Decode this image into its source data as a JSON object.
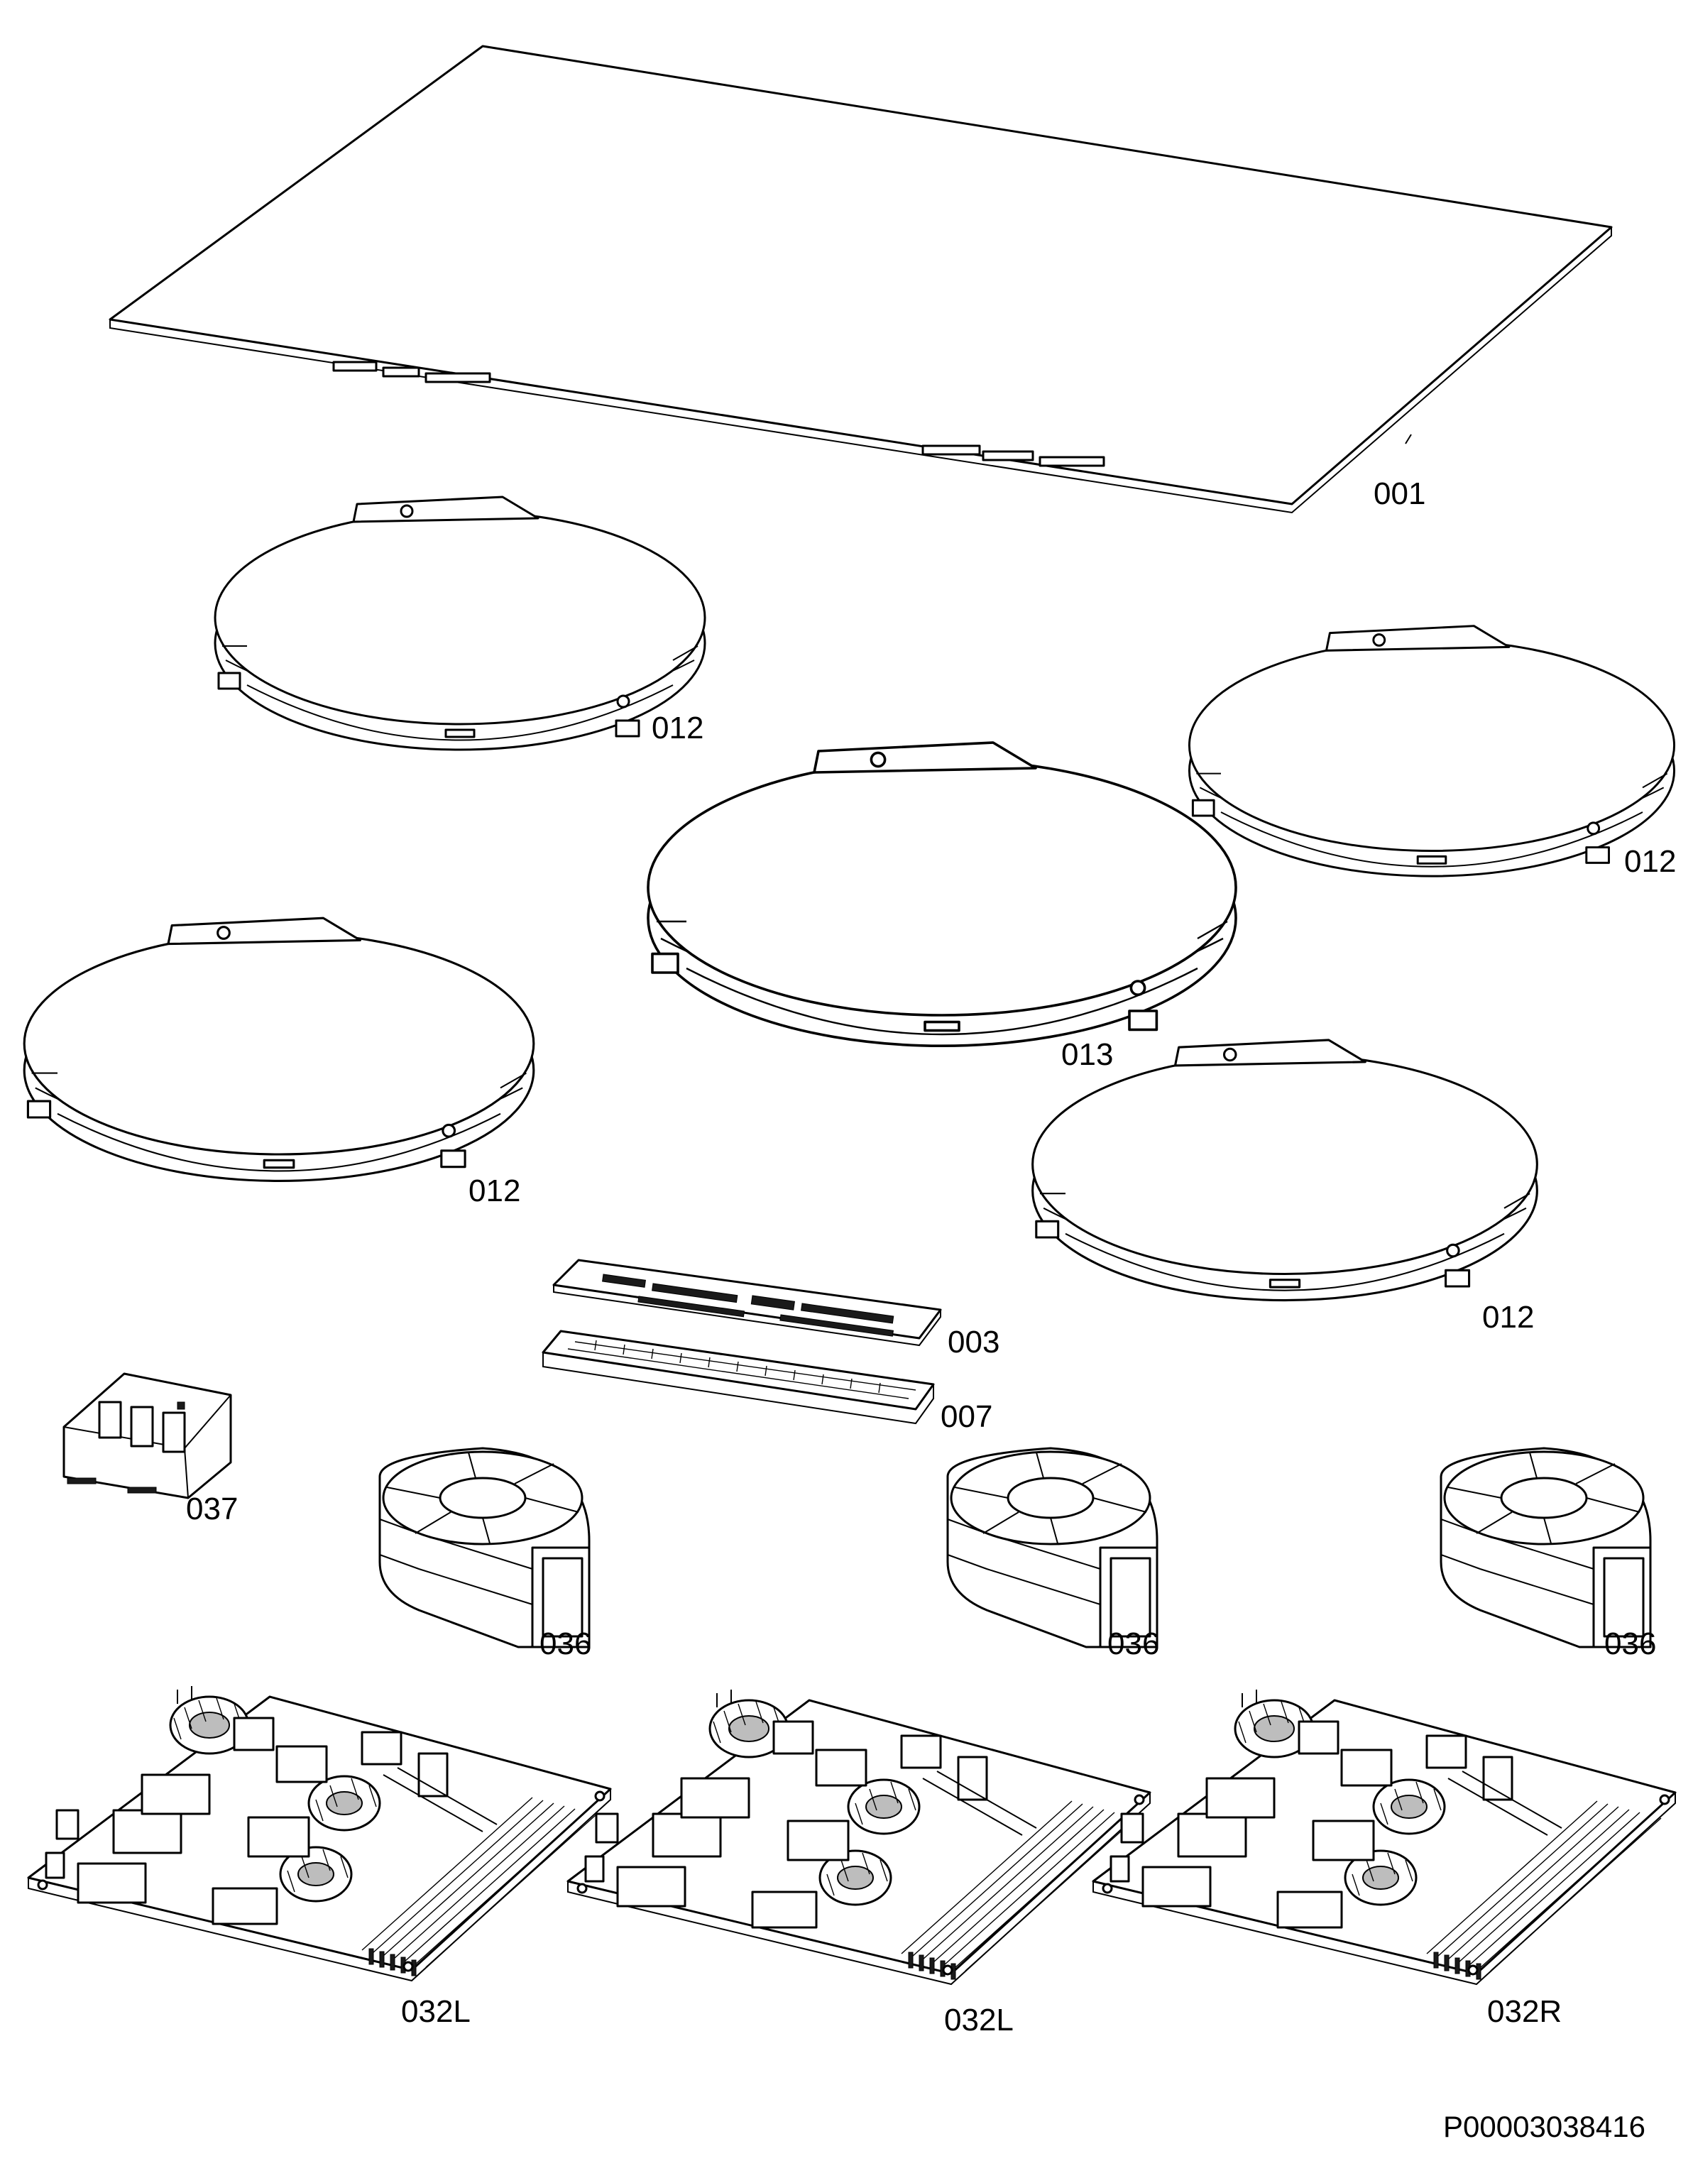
{
  "callouts": {
    "cooktop_glass": "001",
    "zone_top_left": "012",
    "zone_top_right": "012",
    "zone_center": "013",
    "zone_mid_left": "012",
    "zone_mid_right": "012",
    "control_board": "003",
    "control_frame": "007",
    "terminal_block": "037",
    "fan_left": "036",
    "fan_middle": "036",
    "fan_right": "036",
    "power_board_left": "032L",
    "power_board_middle": "032L",
    "power_board_right": "032R"
  },
  "document_id": "P00003038416",
  "colors": {
    "line": "#000000",
    "background": "#ffffff"
  }
}
